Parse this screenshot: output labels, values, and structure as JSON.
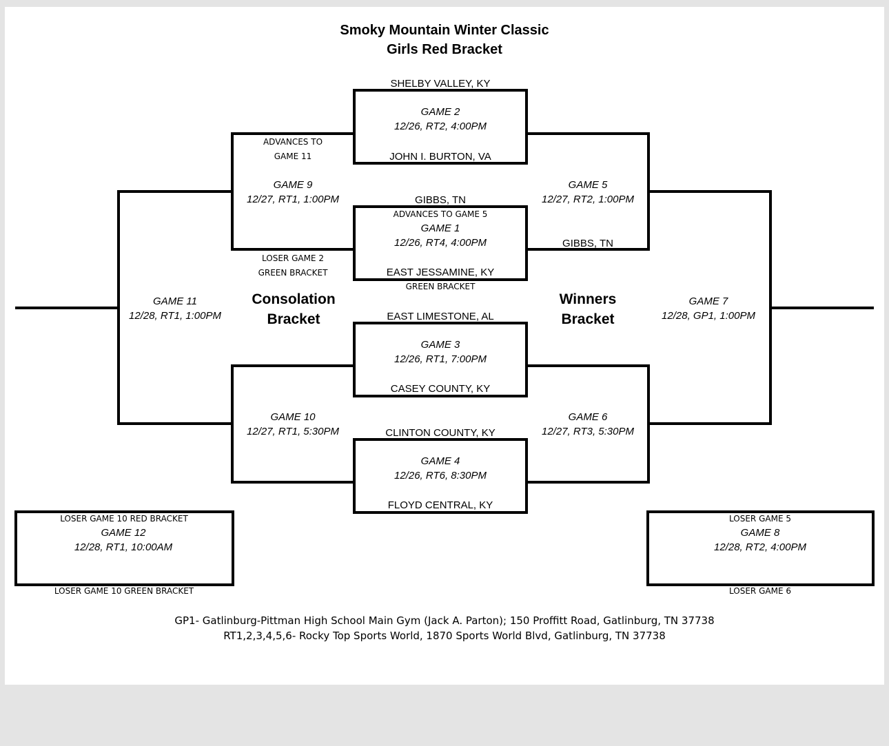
{
  "title": [
    "Smoky Mountain Winter Classic",
    "Girls Red Bracket"
  ],
  "sections": {
    "consolation": [
      "Consolation",
      "Bracket"
    ],
    "winners": [
      "Winners",
      "Bracket"
    ]
  },
  "games": {
    "g1": [
      "GAME 1",
      "12/26, RT4, 4:00PM"
    ],
    "g2": [
      "GAME 2",
      "12/26, RT2, 4:00PM"
    ],
    "g3": [
      "GAME 3",
      "12/26, RT1, 7:00PM"
    ],
    "g4": [
      "GAME 4",
      "12/26, RT6, 8:30PM"
    ],
    "g5": [
      "GAME 5",
      "12/27, RT2, 1:00PM"
    ],
    "g6": [
      "GAME 6",
      "12/27, RT3, 5:30PM"
    ],
    "g7": [
      "GAME 7",
      "12/28, GP1, 1:00PM"
    ],
    "g8": [
      "GAME 8",
      "12/28, RT2, 4:00PM"
    ],
    "g9": [
      "GAME 9",
      "12/27, RT1, 1:00PM"
    ],
    "g10": [
      "GAME 10",
      "12/27, RT1, 5:30PM"
    ],
    "g11": [
      "GAME 11",
      "12/28, RT1, 1:00PM"
    ],
    "g12": [
      "GAME 12",
      "12/28, RT1, 10:00AM"
    ]
  },
  "teams": {
    "shelby": "SHELBY VALLEY, KY",
    "burton": "JOHN I. BURTON, VA",
    "gibbs_top": "GIBBS, TN",
    "gibbs_right": "GIBBS, TN",
    "east_jessamine": "EAST JESSAMINE, KY",
    "east_limestone": "EAST LIMESTONE, AL",
    "casey": "CASEY COUNTY, KY",
    "clinton": "CLINTON COUNTY, KY",
    "floyd": "FLOYD CENTRAL, KY"
  },
  "notes": {
    "advances_g11": [
      "ADVANCES TO",
      "GAME 11"
    ],
    "loser_g2": [
      "LOSER GAME 2",
      "GREEN BRACKET"
    ],
    "advances_g5": "ADVANCES TO GAME 5",
    "green_bracket": "GREEN BRACKET",
    "loser_g10_red": "LOSER GAME 10 RED BRACKET",
    "loser_g10_green": "LOSER GAME 10 GREEN BRACKET",
    "loser_g5": "LOSER GAME 5",
    "loser_g6": "LOSER GAME 6"
  },
  "footer": [
    "GP1- Gatlinburg-Pittman High School Main Gym (Jack A. Parton); 150 Proffitt Road, Gatlinburg, TN 37738",
    "RT1,2,3,4,5,6- Rocky Top Sports World, 1870 Sports World Blvd, Gatlinburg, TN 37738"
  ]
}
